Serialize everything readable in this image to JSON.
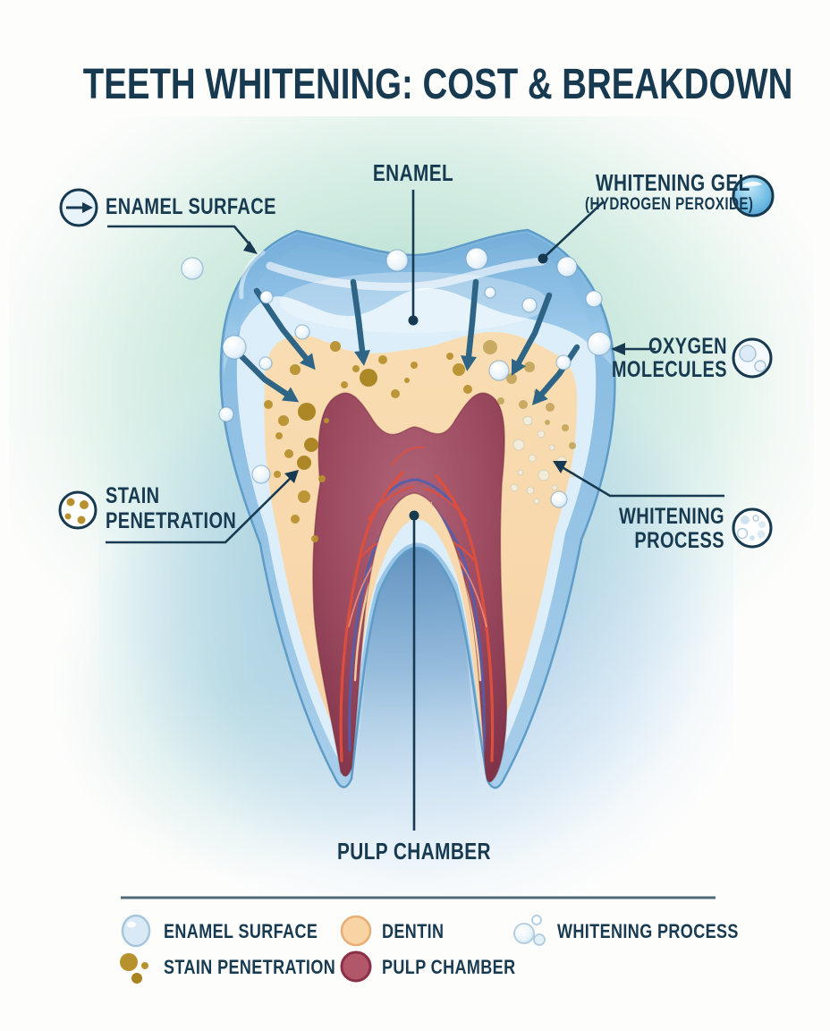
{
  "title": "TEETH WHITENING: COST & BREAKDOWN",
  "callouts": {
    "enamel": "ENAMEL",
    "enamel_surface": "ENAMEL SURFACE",
    "whitening_gel": "WHITENING GEL",
    "whitening_gel_sub": "(HYDROGEN PEROXIDE)",
    "oxygen_line1": "OXYGEN",
    "oxygen_line2": "MOLECULES",
    "stain_line1": "STAIN",
    "stain_line2": "PENETRATION",
    "process_line1": "WHITENING",
    "process_line2": "PROCESS",
    "pulp_chamber": "PULP CHAMBER"
  },
  "legend": {
    "items": [
      {
        "label": "ENAMEL SURFACE",
        "swatch": "light-blue-circle"
      },
      {
        "label": "DENTIN",
        "swatch": "peach-circle"
      },
      {
        "label": "WHITENING PROCESS",
        "swatch": "bubble-cluster"
      },
      {
        "label": "STAIN PENETRATION",
        "swatch": "gold-dots"
      },
      {
        "label": "PULP CHAMBER",
        "swatch": "maroon-circle"
      }
    ]
  },
  "icons": {
    "enamel_surface": "arrow-right-circle-icon",
    "whitening_gel": "gel-drop-sphere-icon",
    "oxygen_molecules": "molecule-bubbles-icon",
    "stain_penetration": "stain-dots-circle-icon",
    "whitening_process": "fizz-bubbles-circle-icon"
  },
  "colors": {
    "text_navy": "#173a50",
    "gel_blue": "#7db5dd",
    "enamel_light": "#dceef9",
    "dentin_peach": "#f8dcb1",
    "stain_gold": "#b8912f",
    "pulp_maroon": "#9c4a5f",
    "arrow_teal": "#2e6486"
  }
}
